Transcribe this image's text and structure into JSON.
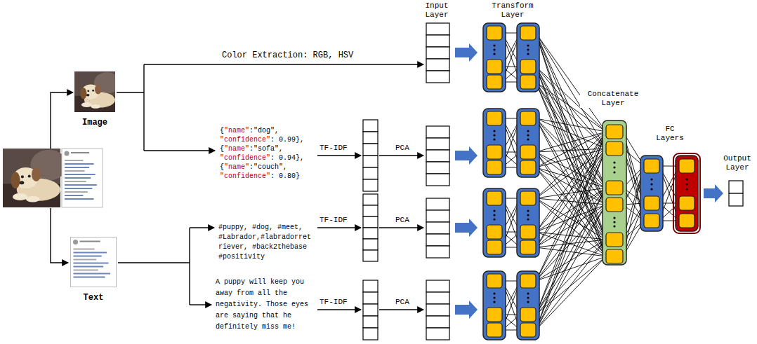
{
  "diagram": {
    "nodes": [
      {
        "text": [
          "Image"
        ]
      },
      {
        "text": [
          "Text"
        ]
      }
    ],
    "labels": [
      "Input Layer",
      "Transform Layer",
      "Color Extraction: RGB, HSV",
      "Concatenate Layer",
      "FC Layers",
      "Output Layer",
      "{\"name\":\"dog\", \"confidence\": 0.99}, {\"name\":\"sofa\", \"confidence\": 0.94}, {\"name\":\"couch\", \"confidence\": 0.80}",
      "TF-IDF",
      "PCA",
      "#puppy, #dog, #meet, #Labrador,#labradorretriever, #back2thebase #positivity",
      "TF-IDF",
      "PCA",
      "A puppy will keep you away from all the negativity. Those eyes are saying that he definitely miss me!",
      "TF-IDF",
      "PCA"
    ]
  }
}
